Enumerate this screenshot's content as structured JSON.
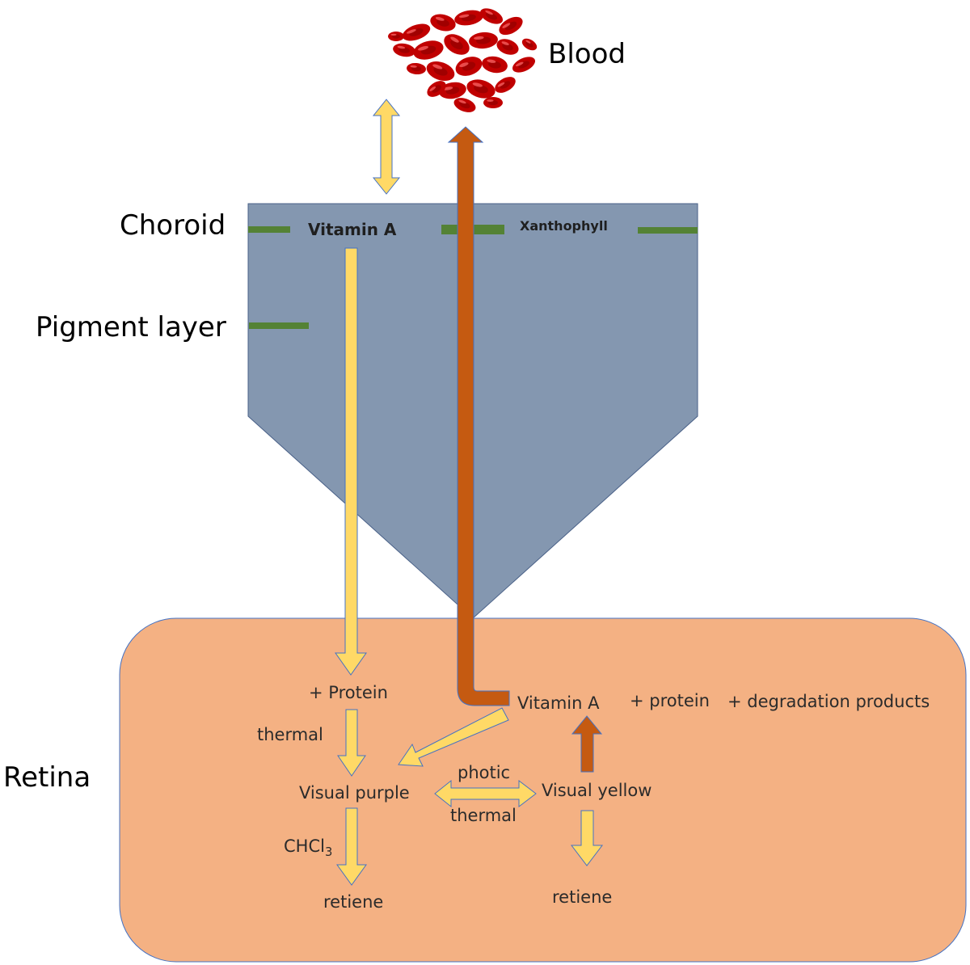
{
  "labels": {
    "blood": "Blood",
    "choroid": "Choroid",
    "pigment_layer": "Pigment layer",
    "retina": "Retina",
    "vitamin_a_top": "Vitamin A",
    "xanthophyll": "Xanthophyll",
    "plus_protein": "+  Protein",
    "thermal_left": "thermal",
    "visual_purple": "Visual purple",
    "chcl3": "CHCl",
    "chcl3_sub": "3",
    "retiene_left": "retiene",
    "photic": "photic",
    "thermal_mid": "thermal",
    "visual_yellow": "Visual yellow",
    "vitamin_a_retina": "Vitamin A",
    "plus_protein_lower": "+ protein",
    "degradation_products": "+ degradation products",
    "retiene_right": "retiene"
  },
  "colors": {
    "choroid_fill": "#8497b0",
    "retina_fill": "#f4b183",
    "yellow_arrow": "#ffd966",
    "orange_arrow": "#c55a11",
    "layer_bar": "#548235",
    "blood_cell": "#c00000"
  }
}
